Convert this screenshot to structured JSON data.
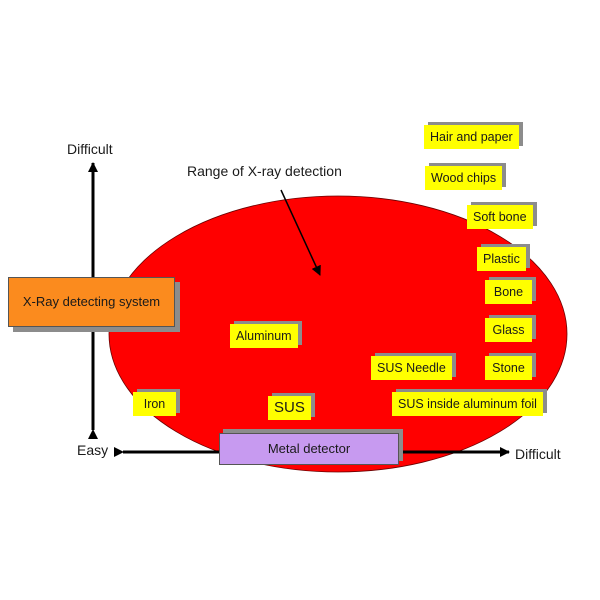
{
  "axes": {
    "y_top_label": "Difficult",
    "y_bottom_label": "Easy",
    "x_right_label": "Difficult"
  },
  "callout": {
    "label": "Range of X-ray detection"
  },
  "systems": {
    "xray": "X-Ray detecting system",
    "metal": "Metal detector"
  },
  "items": {
    "hair_and_paper": "Hair and paper",
    "wood_chips": "Wood chips",
    "soft_bone": "Soft bone",
    "plastic": "Plastic",
    "bone": "Bone",
    "glass": "Glass",
    "stone": "Stone",
    "aluminum": "Aluminum",
    "sus_needle": "SUS  Needle",
    "sus_in_foil": "SUS  inside aluminum foil",
    "iron": "Iron",
    "sus": "SUS"
  },
  "colors": {
    "detection_range": "#ff0000",
    "item_tag": "#ffff00",
    "xray_panel": "#fb8b1e",
    "metal_panel": "#c79af0",
    "shadow": "#8c8c8c"
  }
}
